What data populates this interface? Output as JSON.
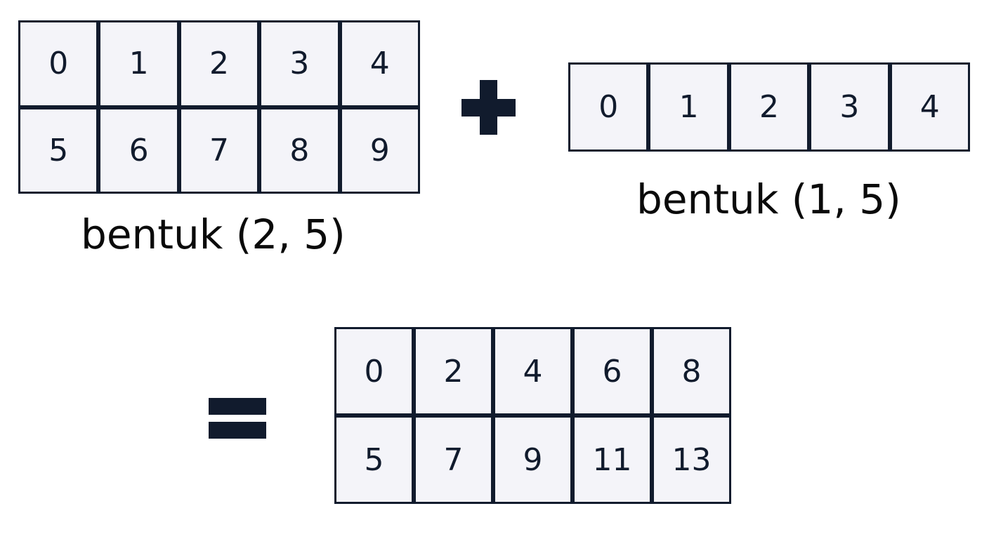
{
  "matrix_a": {
    "rows": [
      [
        "0",
        "1",
        "2",
        "3",
        "4"
      ],
      [
        "5",
        "6",
        "7",
        "8",
        "9"
      ]
    ],
    "caption": "bentuk (2, 5)"
  },
  "operator_plus": "plus",
  "matrix_b": {
    "rows": [
      [
        "0",
        "1",
        "2",
        "3",
        "4"
      ]
    ],
    "caption": "bentuk (1, 5)"
  },
  "operator_equals": "equals",
  "matrix_result": {
    "rows": [
      [
        "0",
        "2",
        "4",
        "6",
        "8"
      ],
      [
        "5",
        "7",
        "9",
        "11",
        "13"
      ]
    ]
  },
  "colors": {
    "border": "#111b2d",
    "cell_fill": "#f4f4f9",
    "text": "#111b2d",
    "background": "#ffffff"
  }
}
